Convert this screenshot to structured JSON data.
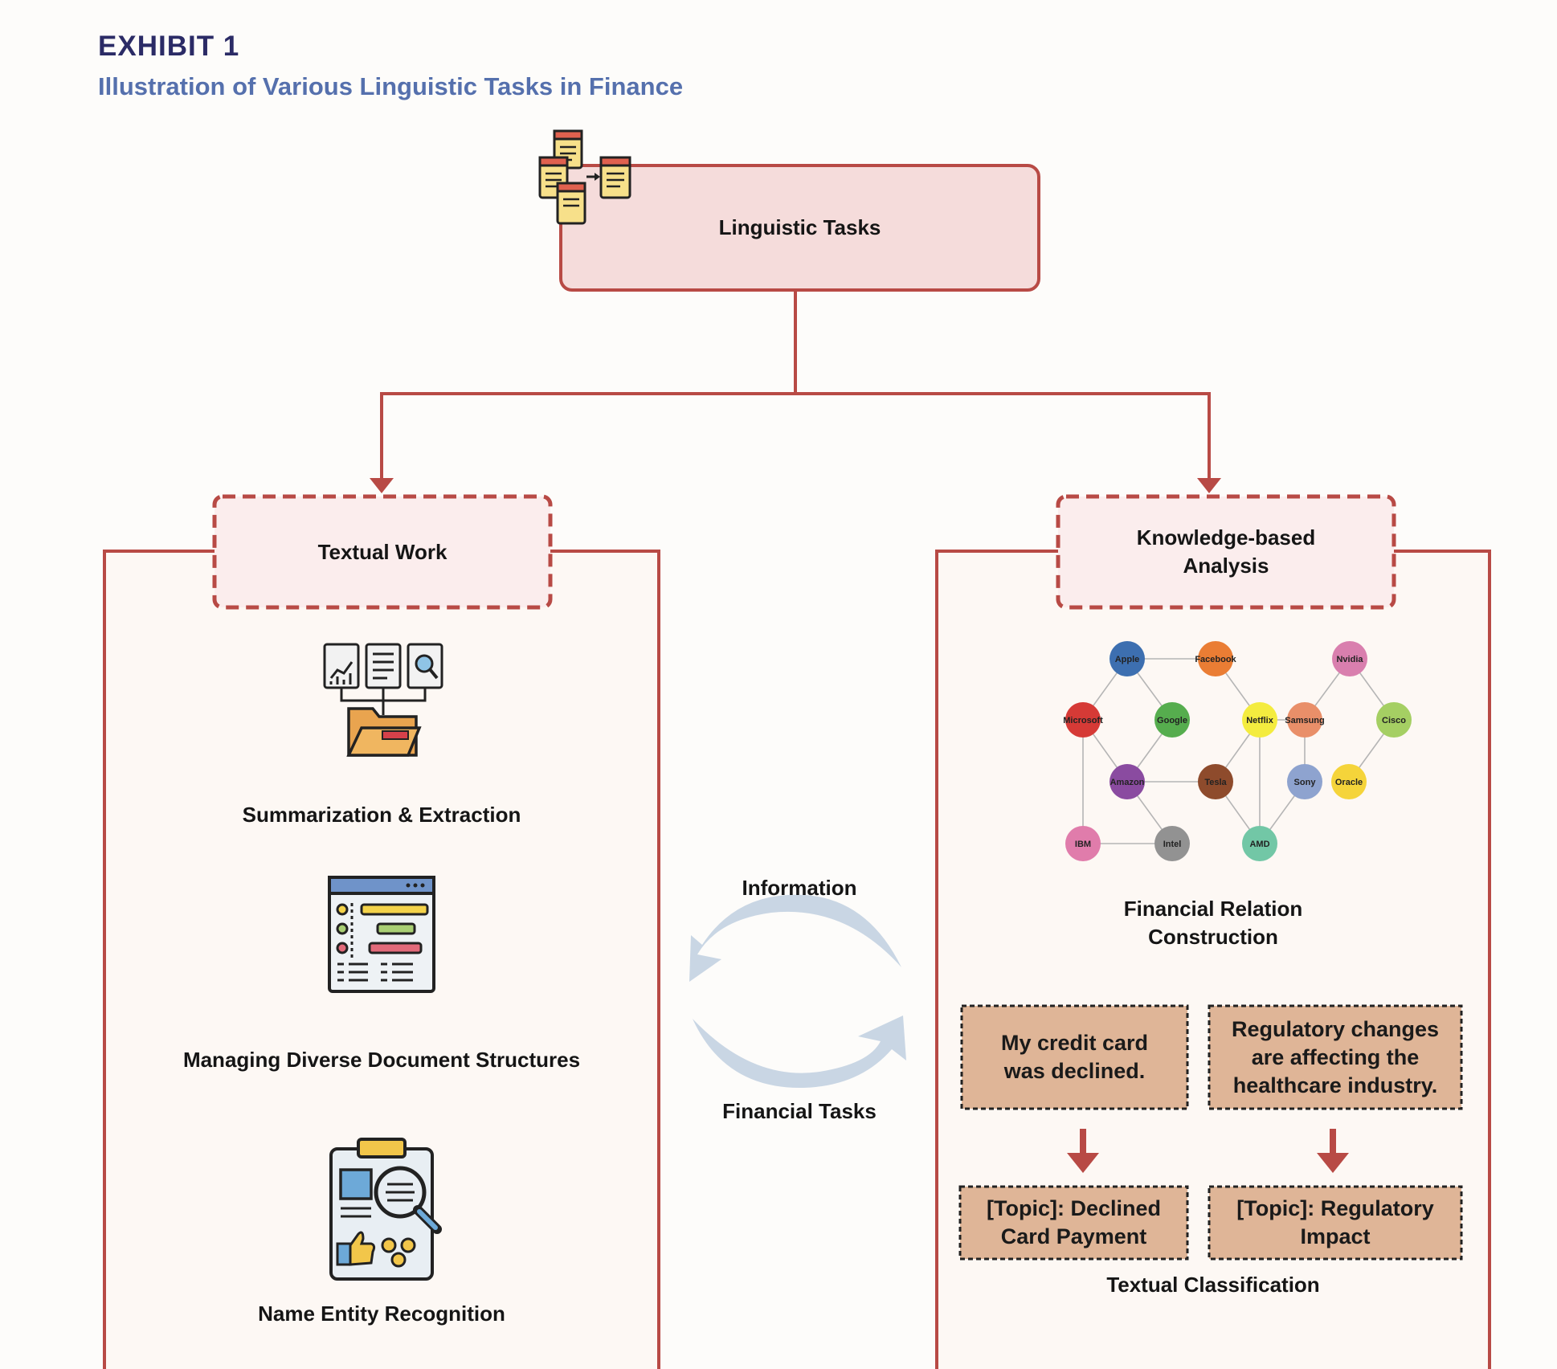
{
  "header": {
    "exhibit": "EXHIBIT 1",
    "subtitle": "Illustration of Various Linguistic Tasks in Finance"
  },
  "root": {
    "label": "Linguistic Tasks",
    "icon": "documents-transfer-icon"
  },
  "left_panel": {
    "title": "Textual Work",
    "items": [
      {
        "label": "Summarization & Extraction",
        "icon": "documents-to-folder-icon"
      },
      {
        "label": "Managing Diverse Document Structures",
        "icon": "document-layout-icon"
      },
      {
        "label": "Name Entity Recognition",
        "icon": "clipboard-magnifier-icon"
      }
    ]
  },
  "middle": {
    "top_label": "Information",
    "bottom_label": "Financial Tasks",
    "icon": "exchange-arrows-icon"
  },
  "right_panel": {
    "title": "Knowledge-based Analysis",
    "title_line1": "Knowledge-based",
    "title_line2": "Analysis",
    "graph_caption_line1": "Financial Relation",
    "graph_caption_line2": "Construction",
    "graph": {
      "nodes": [
        {
          "id": "Apple",
          "color": "#3d6fb0"
        },
        {
          "id": "Facebook",
          "color": "#ea7d34"
        },
        {
          "id": "Nvidia",
          "color": "#d97fae"
        },
        {
          "id": "Microsoft",
          "color": "#d63a36"
        },
        {
          "id": "Google",
          "color": "#56ad4e"
        },
        {
          "id": "Netflix",
          "color": "#f4ec3f"
        },
        {
          "id": "Samsung",
          "color": "#e98f69"
        },
        {
          "id": "Cisco",
          "color": "#a5cf63"
        },
        {
          "id": "Amazon",
          "color": "#8a4ba0"
        },
        {
          "id": "Tesla",
          "color": "#8e4b2c"
        },
        {
          "id": "Sony",
          "color": "#8ea3cf"
        },
        {
          "id": "Oracle",
          "color": "#f5d43a"
        },
        {
          "id": "IBM",
          "color": "#e07cab"
        },
        {
          "id": "Intel",
          "color": "#929292"
        },
        {
          "id": "AMD",
          "color": "#72c7a6"
        }
      ],
      "edges": [
        [
          "Apple",
          "Facebook"
        ],
        [
          "Apple",
          "Microsoft"
        ],
        [
          "Apple",
          "Google"
        ],
        [
          "Facebook",
          "Netflix"
        ],
        [
          "Microsoft",
          "Amazon"
        ],
        [
          "Microsoft",
          "IBM"
        ],
        [
          "Google",
          "Amazon"
        ],
        [
          "Amazon",
          "Tesla"
        ],
        [
          "Amazon",
          "Intel"
        ],
        [
          "IBM",
          "Intel"
        ],
        [
          "Netflix",
          "Samsung"
        ],
        [
          "Netflix",
          "Tesla"
        ],
        [
          "Netflix",
          "AMD"
        ],
        [
          "Tesla",
          "AMD"
        ],
        [
          "Samsung",
          "Nvidia"
        ],
        [
          "Samsung",
          "Sony"
        ],
        [
          "Nvidia",
          "Cisco"
        ],
        [
          "Cisco",
          "Oracle"
        ],
        [
          "Sony",
          "AMD"
        ]
      ]
    },
    "classification": {
      "examples": [
        {
          "text": "My credit card was declined.",
          "line1": "My credit card",
          "line2": "was declined.",
          "topic_line1": "[Topic]: Declined",
          "topic_line2": "Card Payment"
        },
        {
          "text": "Regulatory changes are affecting the healthcare industry.",
          "line1": "Regulatory changes",
          "line2": "are affecting the",
          "line3": "healthcare industry.",
          "topic_line1": "[Topic]: Regulatory",
          "topic_line2": "Impact"
        }
      ],
      "caption": "Textual Classification"
    }
  },
  "colors": {
    "frame": "#b84a45",
    "root_fill": "#f5dcdb",
    "title_fill": "#fbeded",
    "panel_fill": "#fdf8f4",
    "example_fill": "#dfb597",
    "cycle_arrow": "#c9d6e4"
  }
}
